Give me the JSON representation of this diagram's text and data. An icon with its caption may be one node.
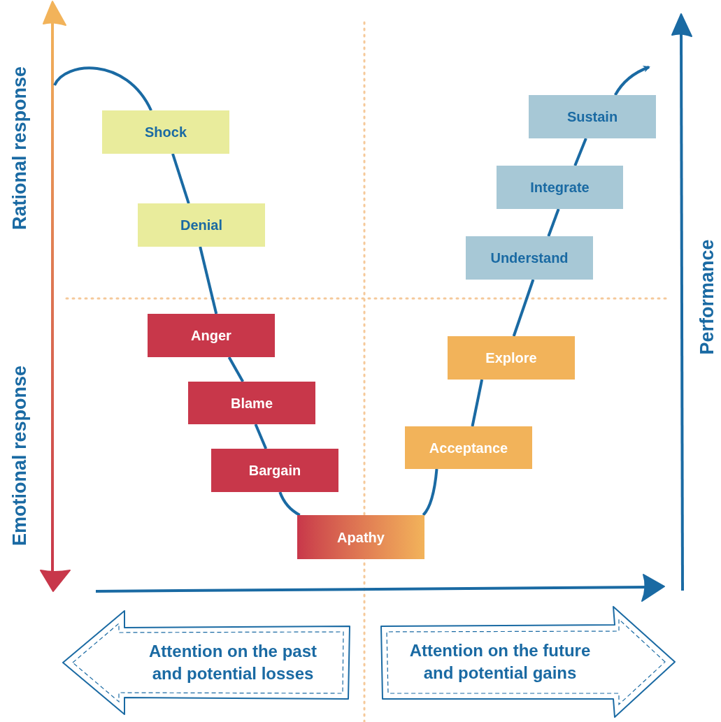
{
  "diagram": {
    "nodes": [
      {
        "text": [
          "Shock"
        ]
      },
      {
        "text": [
          "Denial"
        ]
      },
      {
        "text": [
          "Anger"
        ]
      },
      {
        "text": [
          "Blame"
        ]
      },
      {
        "text": [
          "Bargain"
        ]
      },
      {
        "text": [
          "Apathy"
        ]
      },
      {
        "text": [
          "Acceptance"
        ]
      },
      {
        "text": [
          "Explore"
        ]
      },
      {
        "text": [
          "Understand"
        ]
      },
      {
        "text": [
          "Integrate"
        ]
      },
      {
        "text": [
          "Sustain"
        ]
      },
      {
        "text": [
          "Attention on the past and potential losses"
        ]
      },
      {
        "text": [
          "Attention on the future and potential gains"
        ]
      }
    ],
    "edges": [
      {
        "from": null,
        "to": 0,
        "arrow": "none"
      },
      {
        "from": 0,
        "to": 1,
        "arrow": "none"
      },
      {
        "from": 1,
        "to": 2,
        "arrow": "none"
      },
      {
        "from": 2,
        "to": 3,
        "arrow": "none"
      },
      {
        "from": 3,
        "to": 4,
        "arrow": "none"
      },
      {
        "from": 4,
        "to": 5,
        "arrow": "none"
      },
      {
        "from": 5,
        "to": 6,
        "arrow": "none"
      },
      {
        "from": 6,
        "to": 7,
        "arrow": "none"
      },
      {
        "from": 7,
        "to": 8,
        "arrow": "none"
      },
      {
        "from": 8,
        "to": 9,
        "arrow": "none"
      },
      {
        "from": 9,
        "to": 10,
        "arrow": "none"
      },
      {
        "from": 10,
        "to": null,
        "arrow": "to"
      }
    ],
    "labels": [
      "Rational response",
      "Emotional response",
      "Performance"
    ]
  }
}
